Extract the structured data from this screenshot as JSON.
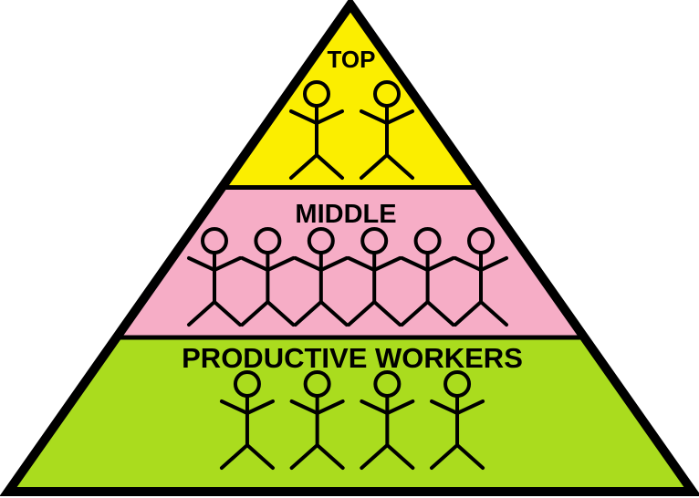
{
  "figure": {
    "background_color": "#FFFFFF",
    "outline_color": "#000000"
  },
  "chart_data": {
    "type": "pyramid",
    "description": "Hierarchy pyramid with stick-figure people per tier",
    "tiers": [
      {
        "label": "TOP",
        "color": "#FBEE00",
        "people_count": 2
      },
      {
        "label": "MIDDLE",
        "color": "#F6ADC6",
        "people_count": 6
      },
      {
        "label": "PRODUCTIVE WORKERS",
        "color": "#AADC1E",
        "people_count": 4
      }
    ]
  }
}
